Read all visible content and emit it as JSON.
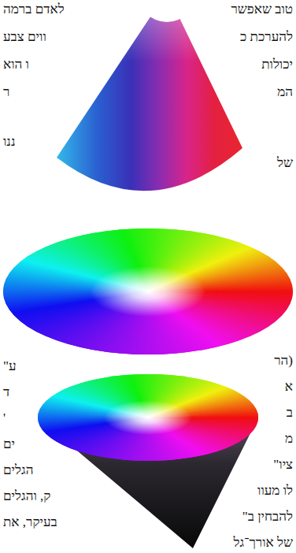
{
  "diagram": {
    "labels": [
      "טוב שאפשר",
      "לאדם ברמה",
      "להערכת כ",
      "ווים צבע",
      "יכולות",
      "ו הוא",
      "המ",
      "ר",
      "ננו",
      "של",
      "(הר",
      "ע\"",
      "א",
      "ד",
      "ב",
      "'",
      "מ",
      "ים",
      "ציו\"",
      "הגלים",
      "לו מעוו",
      "ק, והגלים",
      "להבחין ב\"",
      "בעיקר, את",
      "של אורך־גל"
    ]
  }
}
